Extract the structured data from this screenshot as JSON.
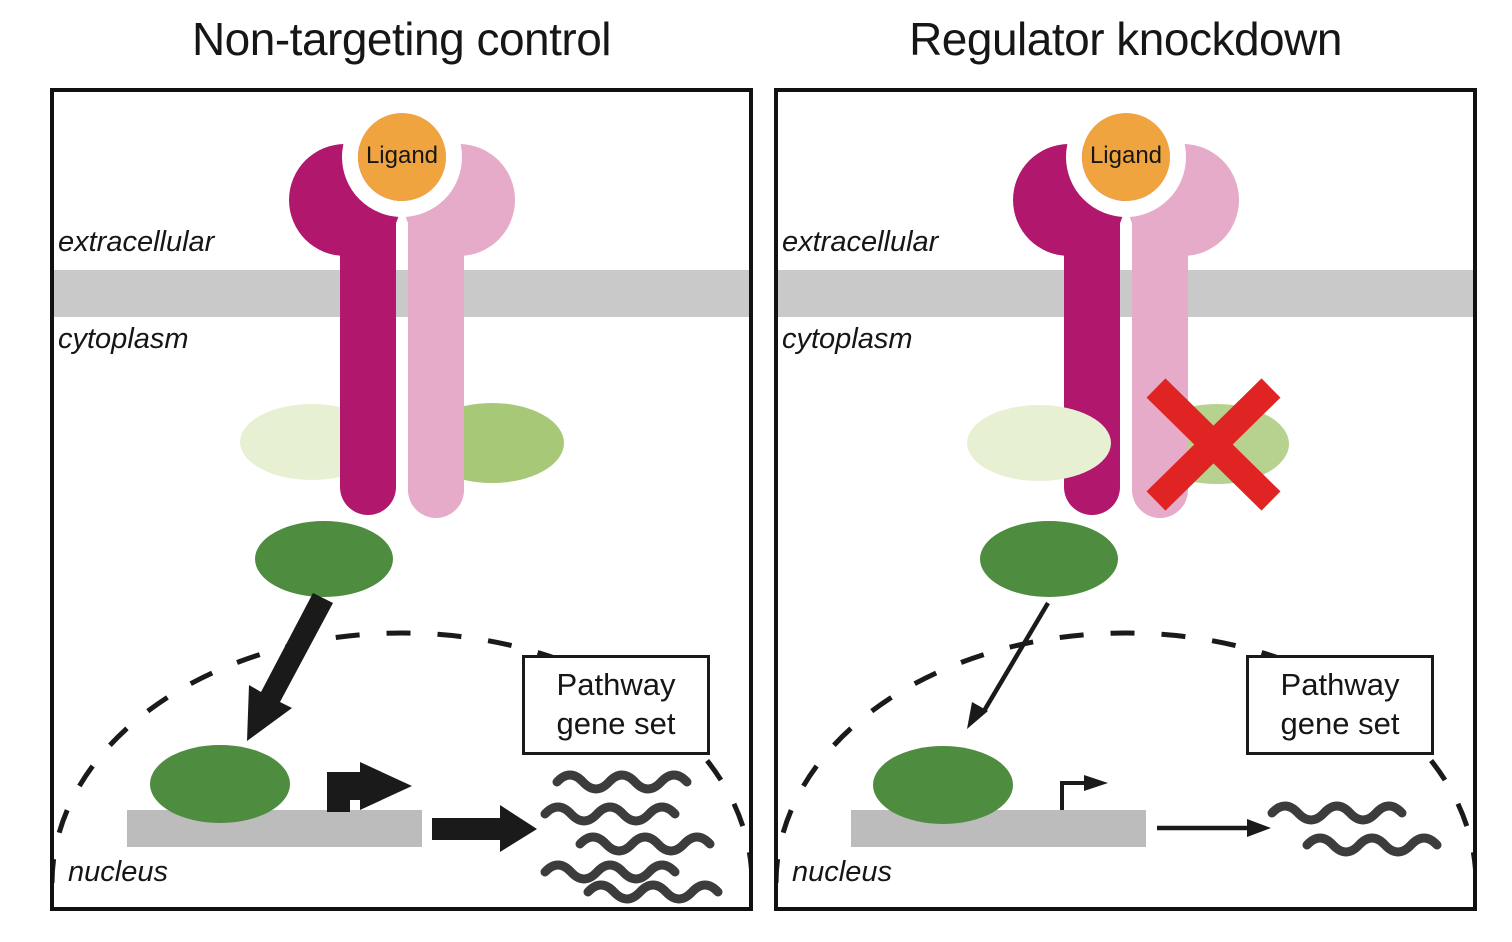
{
  "figure": {
    "colors": {
      "magenta_receptor": "#B1176C",
      "pink_receptor": "#E5ABC9",
      "ligand_orange": "#EFA440",
      "pale_green_adaptor": "#E7F0D3",
      "green_adaptor": "#A6C877",
      "green_adaptor_knockdown": "#B7D18E",
      "dark_green_factor": "#4E8C40",
      "membrane_gray": "#C9C9C9",
      "gene_gray": "#BCBCBC",
      "transcript_gray": "#3C3C3C",
      "knockdown_red": "#E02424",
      "arrow_black": "#1A1A1A"
    },
    "panels": [
      {
        "id": "control",
        "title": "Non-targeting control",
        "labels": {
          "extracellular": "extracellular",
          "cytoplasm": "cytoplasm",
          "nucleus": "nucleus",
          "ligand": "Ligand"
        },
        "gene_set": {
          "line1": "Pathway",
          "line2": "gene set"
        },
        "arrow_style": "thick",
        "knockdown_marker": false,
        "transcripts": {
          "count": 5,
          "starts": [
            [
              503,
              690
            ],
            [
              491,
              722
            ],
            [
              526,
              752
            ],
            [
              491,
              780
            ],
            [
              534,
              800
            ]
          ]
        }
      },
      {
        "id": "knockdown",
        "title": "Regulator knockdown",
        "labels": {
          "extracellular": "extracellular",
          "cytoplasm": "cytoplasm",
          "nucleus": "nucleus",
          "ligand": "Ligand"
        },
        "gene_set": {
          "line1": "Pathway",
          "line2": "gene set"
        },
        "arrow_style": "thin",
        "knockdown_marker": true,
        "transcripts": {
          "count": 2,
          "starts": [
            [
              494,
              721
            ],
            [
              529,
              753
            ]
          ]
        }
      }
    ]
  }
}
